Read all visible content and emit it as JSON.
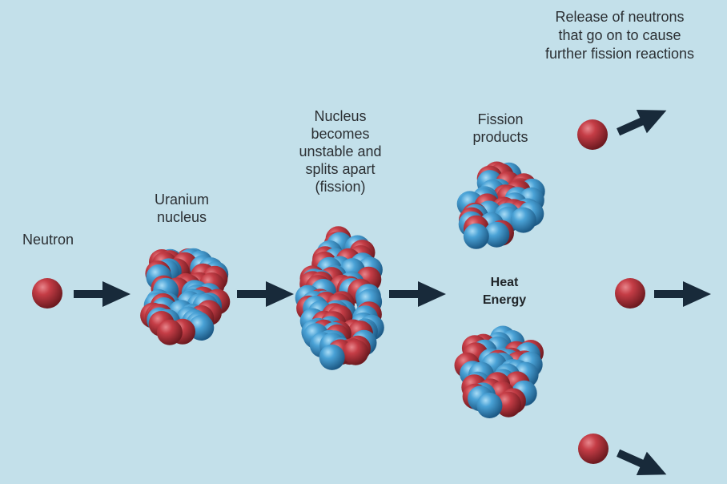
{
  "labels": {
    "neutron": "Neutron",
    "uranium_line1": "Uranium",
    "uranium_line2": "nucleus",
    "unstable_line1": "Nucleus",
    "unstable_line2": "becomes",
    "unstable_line3": "unstable and",
    "unstable_line4": "splits apart",
    "unstable_line5": "(fission)",
    "products_line1": "Fission",
    "products_line2": "products",
    "heat_line1": "Heat",
    "heat_line2": "Energy",
    "release_line1": "Release of neutrons",
    "release_line2": "that go on to cause",
    "release_line3": "further fission reactions"
  },
  "colors": {
    "background": "#c3e0ea",
    "proton": "#b8333c",
    "neutron_particle": "#3f96cc",
    "arrow": "#182a3a",
    "text": "#2b2f33"
  },
  "icons": {
    "neutron": "red-sphere",
    "nucleus": "sphere-cluster",
    "arrow": "right-arrow"
  }
}
